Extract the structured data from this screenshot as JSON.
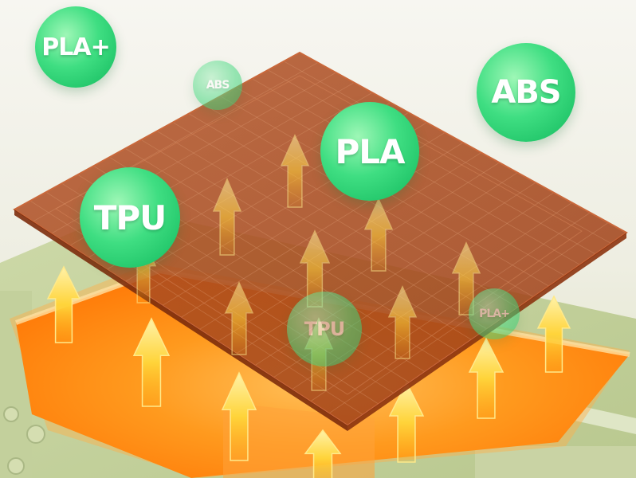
{
  "materials": [
    {
      "label": "PLA+",
      "emphasis": "bold"
    },
    {
      "label": "ABS",
      "emphasis": "faded"
    },
    {
      "label": "ABS",
      "emphasis": "bold"
    },
    {
      "label": "PLA",
      "emphasis": "bold"
    },
    {
      "label": "TPU",
      "emphasis": "bold"
    },
    {
      "label": "TPU",
      "emphasis": "faded"
    },
    {
      "label": "PLA+",
      "emphasis": "faded"
    }
  ],
  "scene": {
    "subject": "heated print bed with PEI sheet",
    "colors": {
      "sheet": "#a2441c",
      "heat_glow": "#ff8a10",
      "arrows": "#ffd23a",
      "bubble_green": "#37d67a",
      "base_green": "#c9d7a4"
    },
    "arrow_icon": "heat-up-arrow-icon"
  }
}
